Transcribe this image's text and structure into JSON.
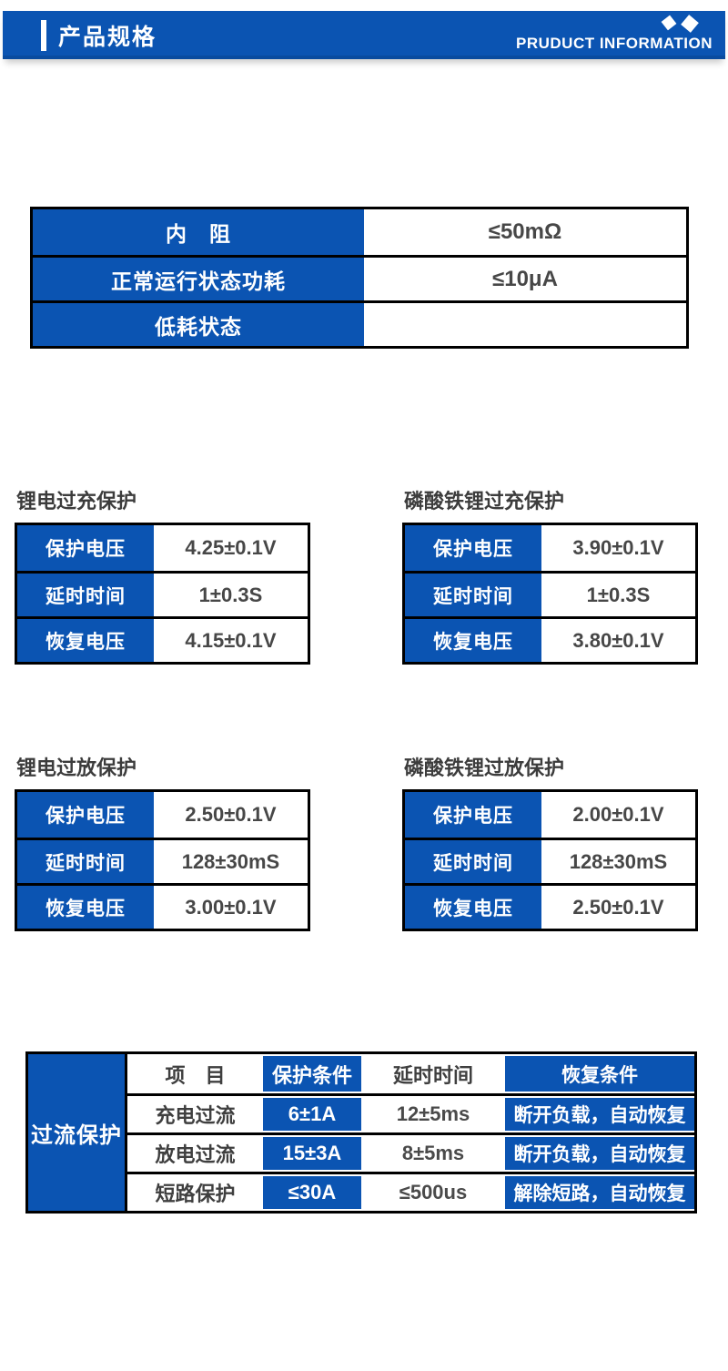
{
  "header": {
    "title": "产品规格",
    "subtitle": "PRUDUCT INFORMATION"
  },
  "colors": {
    "accent_blue": "#0B54B2",
    "border_black": "#000000",
    "text_dark": "#474747"
  },
  "spec_table": {
    "rows": [
      {
        "label": "内　阻",
        "value": "≤50mΩ"
      },
      {
        "label": "正常运行状态功耗",
        "value": "≤10μA"
      },
      {
        "label": "低耗状态",
        "value": ""
      }
    ]
  },
  "protection_tables": [
    {
      "title": "锂电过充保护",
      "rows": [
        [
          "保护电压",
          "4.25±0.1V"
        ],
        [
          "延时时间",
          "1±0.3S"
        ],
        [
          "恢复电压",
          "4.15±0.1V"
        ]
      ]
    },
    {
      "title": "磷酸铁锂过充保护",
      "rows": [
        [
          "保护电压",
          "3.90±0.1V"
        ],
        [
          "延时时间",
          "1±0.3S"
        ],
        [
          "恢复电压",
          "3.80±0.1V"
        ]
      ]
    },
    {
      "title": "锂电过放保护",
      "rows": [
        [
          "保护电压",
          "2.50±0.1V"
        ],
        [
          "延时时间",
          "128±30mS"
        ],
        [
          "恢复电压",
          "3.00±0.1V"
        ]
      ]
    },
    {
      "title": "磷酸铁锂过放保护",
      "rows": [
        [
          "保护电压",
          "2.00±0.1V"
        ],
        [
          "延时时间",
          "128±30mS"
        ],
        [
          "恢复电压",
          "2.50±0.1V"
        ]
      ]
    }
  ],
  "overcurrent_table": {
    "group_label": "过流保护",
    "columns": [
      "项　目",
      "保护条件",
      "延时时间",
      "恢复条件"
    ],
    "rows": [
      [
        "充电过流",
        "6±1A",
        "12±5ms",
        "断开负载，自动恢复"
      ],
      [
        "放电过流",
        "15±3A",
        "8±5ms",
        "断开负载，自动恢复"
      ],
      [
        "短路保护",
        "≤30A",
        "≤500us",
        "解除短路，自动恢复"
      ]
    ]
  }
}
